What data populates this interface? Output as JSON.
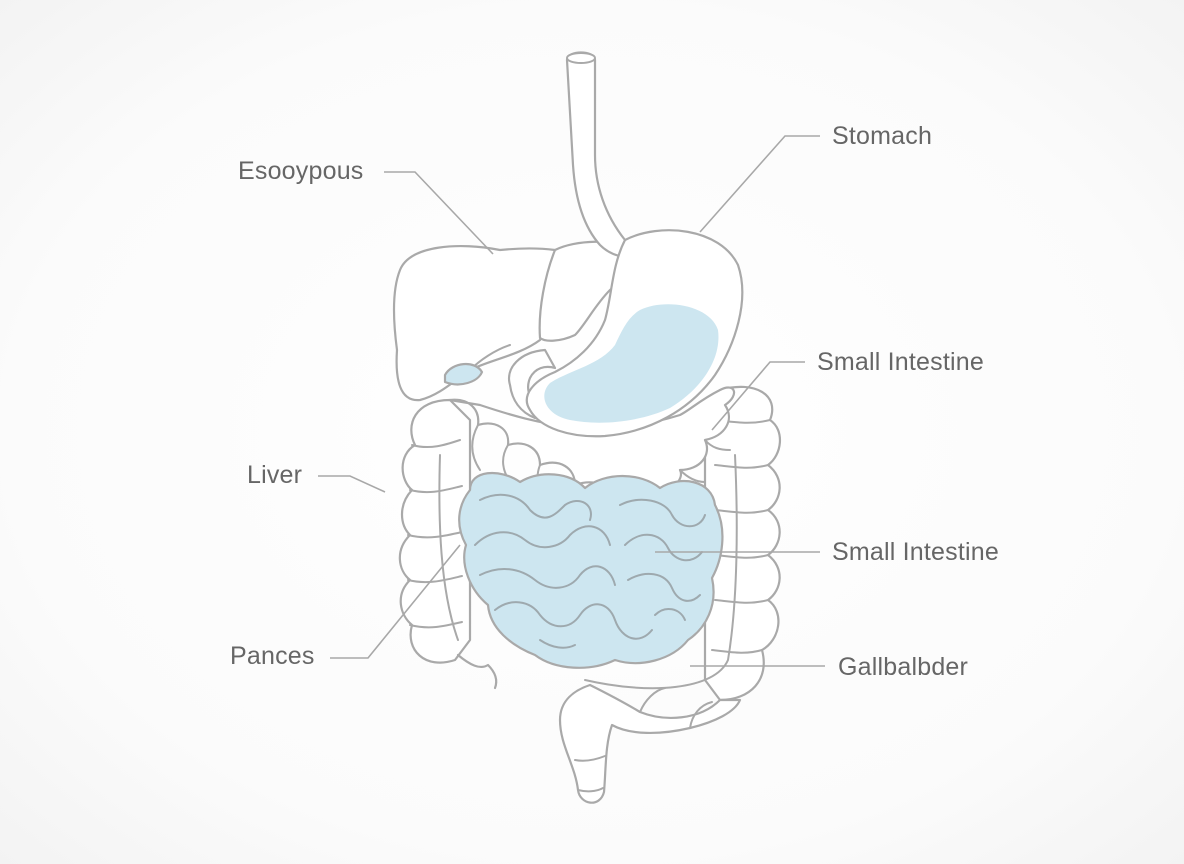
{
  "labels": {
    "esophagus": "Esooypous",
    "stomach": "Stomach",
    "small_intestine_top": "Small Intestine",
    "liver": "Liver",
    "small_intestine_mid": "Small Intestine",
    "pancreas": "Pances",
    "gallbladder": "Gallbalbder"
  },
  "colors": {
    "outline": "#a9a9a9",
    "highlight": "#cde6f0",
    "label_text": "#666666",
    "background": "#fdfdfd"
  }
}
